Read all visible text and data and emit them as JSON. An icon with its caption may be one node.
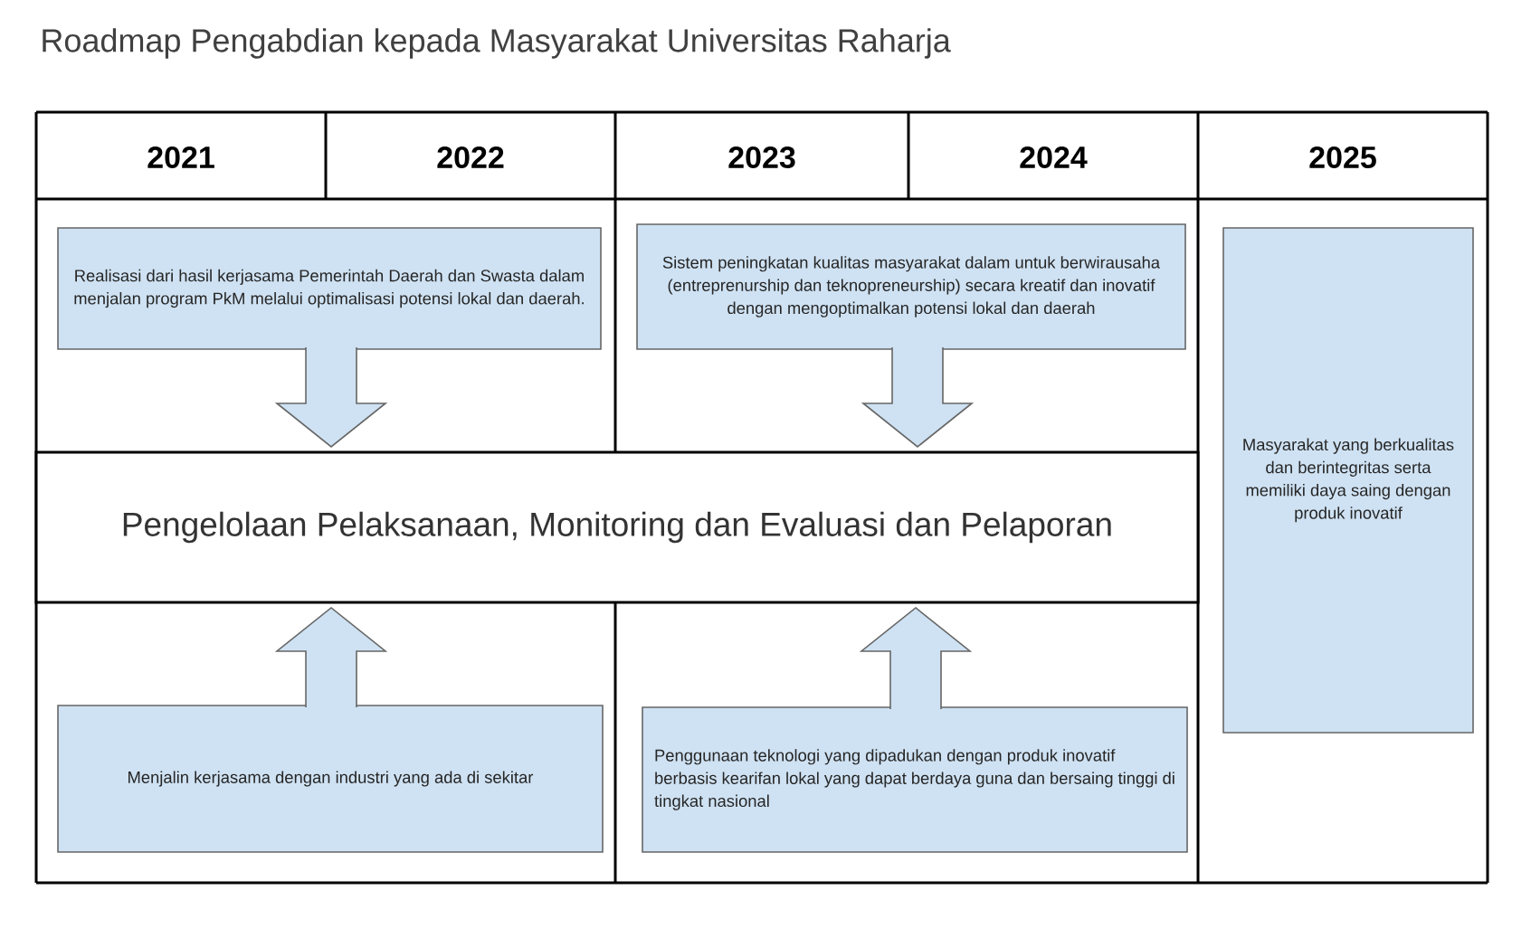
{
  "diagram": {
    "title": "Roadmap Pengabdian kepada Masyarakat Universitas Raharja",
    "nodes": [
      {
        "text": [
          "Realisasi dari hasil kerjasama Pemerintah Daerah dan Swasta dalam menjalan program PkM melalui optimalisasi potensi lokal dan daerah."
        ]
      },
      {
        "text": [
          "Sistem peningkatan kualitas masyarakat dalam untuk berwirausaha (entreprenurship dan teknopreneurship) secara kreatif dan inovatif dengan mengoptimalkan potensi lokal dan daerah"
        ]
      },
      {
        "text": [
          "Masyarakat yang berkualitas dan berintegritas serta memiliki daya saing dengan produk inovatif"
        ]
      },
      {
        "text": [
          "Pengelolaan Pelaksanaan, Monitoring dan Evaluasi dan Pelaporan"
        ]
      },
      {
        "text": [
          "Menjalin kerjasama dengan industri yang ada di sekitar"
        ]
      },
      {
        "text": [
          "Penggunaan teknologi yang dipadukan dengan produk inovatif berbasis kearifan lokal yang dapat berdaya guna dan bersaing tinggi di tingkat nasional"
        ]
      }
    ],
    "edges": [
      {
        "from": 0,
        "to": 3,
        "arrow": "to"
      },
      {
        "from": 1,
        "to": 3,
        "arrow": "to"
      },
      {
        "from": 4,
        "to": 3,
        "arrow": "to"
      },
      {
        "from": 5,
        "to": 3,
        "arrow": "to"
      }
    ],
    "labels": [
      "2021",
      "2022",
      "2023",
      "2024",
      "2025"
    ]
  }
}
